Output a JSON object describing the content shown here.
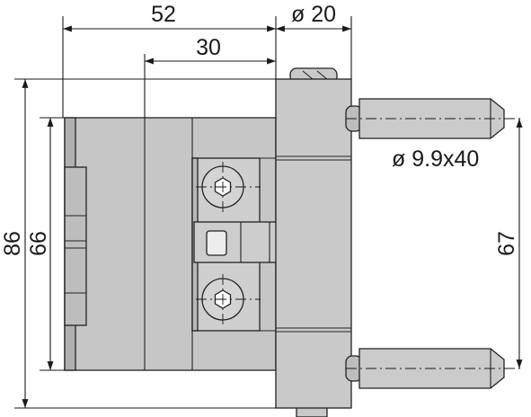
{
  "dimensions": {
    "width_52": "52",
    "width_30": "30",
    "diameter_20": "ø 20",
    "pin": "ø 9.9x40",
    "height_86": "86",
    "height_66": "66",
    "spacing_67": "67"
  },
  "colors": {
    "body_fill": "#c6c6c6",
    "body_dark": "#b3b3b3",
    "body_light": "#d6d6d6",
    "pin_fill": "#cbcbcb",
    "line": "#1a1a1a"
  }
}
